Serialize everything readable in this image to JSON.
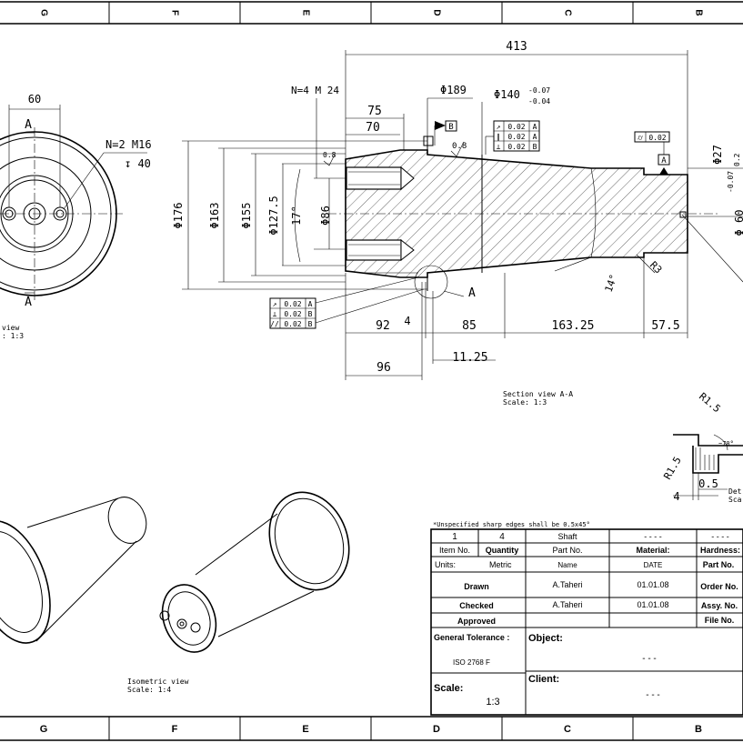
{
  "frame": {
    "zones_top": [
      "G",
      "F",
      "E",
      "D",
      "C",
      "B"
    ],
    "zones_bottom": [
      "G",
      "F",
      "E",
      "D",
      "C",
      "B"
    ]
  },
  "front_view": {
    "dim_width": "60",
    "section_mark": "A",
    "hole_note_1": "N=2 M16",
    "hole_note_2": "↧ 40",
    "label_line1": "view",
    "label_line2": ":   1:3"
  },
  "section_view": {
    "overall_length": "413",
    "thread_note": "N=4  M 24",
    "dia_189": "Φ189",
    "dia_140": "Φ140",
    "tol_upper": "-0.07",
    "tol_lower": "-0.04",
    "dim_75": "75",
    "dim_70": "70",
    "datum_b": "B",
    "datum_a": "A",
    "roughness_1": "0.8",
    "roughness_2": "0.8",
    "fcf_top": [
      {
        "sym": "↗",
        "val": "0.02",
        "ref": "A"
      },
      {
        "sym": "∥",
        "val": "0.02",
        "ref": "A"
      },
      {
        "sym": "⊥",
        "val": "0.02",
        "ref": "B"
      }
    ],
    "fcf_right": {
      "sym": "⌭",
      "val": "0.02"
    },
    "fcf_left": [
      {
        "sym": "↗",
        "val": "0.02",
        "ref": "A"
      },
      {
        "sym": "⊥",
        "val": "0.02",
        "ref": "B"
      },
      {
        "sym": "//",
        "val": "0.02",
        "ref": "B"
      }
    ],
    "dia_27": "Φ27",
    "dia_176": "Φ176",
    "dia_163": "Φ163",
    "dia_155": "Φ155",
    "dia_127_5": "Φ127.5",
    "angle_17": "17°",
    "dia_86": "Φ86",
    "right_tol": "-0.07",
    "right_dia": "Φ 60",
    "right_small": "0.2",
    "angle_14": "14°",
    "r3": "R3",
    "detail_mark": "A",
    "dim_92": "92",
    "dim_4": "4",
    "dim_85": "85",
    "dim_163_25": "163.25",
    "dim_57_5": "57.5",
    "dim_11_25": "11.25",
    "dim_96": "96",
    "label_line1": "Section view A-A",
    "label_line2": "Scale:  1:3"
  },
  "detail_view": {
    "r15_top": "R1.5",
    "r15_left": "R1.5",
    "angle": "~70°",
    "dim_05": "0.5",
    "dim_4": "4",
    "label_line1": "Det",
    "label_line2": "Sca"
  },
  "isometric": {
    "label_line1": "Isometric view",
    "label_line2": "Scale:  1:4"
  },
  "title_block": {
    "note": "*Unspecified sharp edges shall be 0.5x45°",
    "row1": [
      "1",
      "4",
      "Shaft",
      "- - - -",
      "- - - -"
    ],
    "row2": [
      "Item No.",
      "Quantity",
      "Part No.",
      "Material:",
      "Hardness:"
    ],
    "units_label": "Units:",
    "units_value": "Metric",
    "name_head": "Name",
    "date_head": "DATE",
    "part_no_label": "Part No.",
    "drawn_label": "Drawn",
    "drawn_name": "A.Taheri",
    "drawn_date": "01.01.08",
    "order_no_label": "Order No.",
    "checked_label": "Checked",
    "checked_name": "A.Taheri",
    "checked_date": "01.01.08",
    "assy_label": "Assy. No.",
    "approved_label": "Approved",
    "file_label": "File No.",
    "general_tol_label": "General Tolerance :",
    "general_tol_value": "ISO 2768 F",
    "object_label": "Object:",
    "object_value": "- - -",
    "scale_label": "Scale:",
    "scale_value": "1:3",
    "client_label": "Client:",
    "client_value": "- - -"
  }
}
